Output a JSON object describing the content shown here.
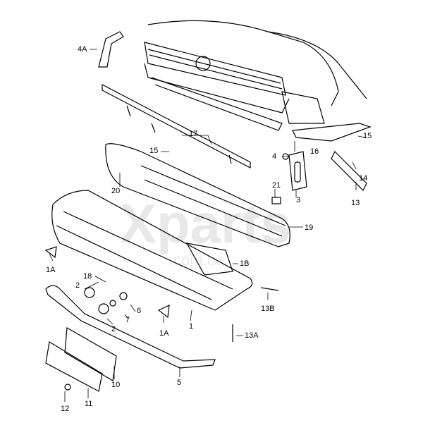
{
  "watermark": {
    "main": "Xparts",
    "sub": ".com.ua"
  },
  "labels": {
    "p4A": "4A",
    "p17": "17",
    "p15a": "15",
    "p15b": "15",
    "p16": "16",
    "p4": "4",
    "p14": "14",
    "p20": "20",
    "p21": "21",
    "p3": "3",
    "p13": "13",
    "p19": "19",
    "p1B": "1B",
    "p1Aa": "1A",
    "p18": "18",
    "p2a": "2",
    "p6": "6",
    "p7": "7",
    "p2b": "2",
    "p1Ab": "1A",
    "p1": "1",
    "p13B": "13B",
    "p13A": "13A",
    "p10": "10",
    "p5": "5",
    "p12": "12",
    "p11": "11"
  }
}
